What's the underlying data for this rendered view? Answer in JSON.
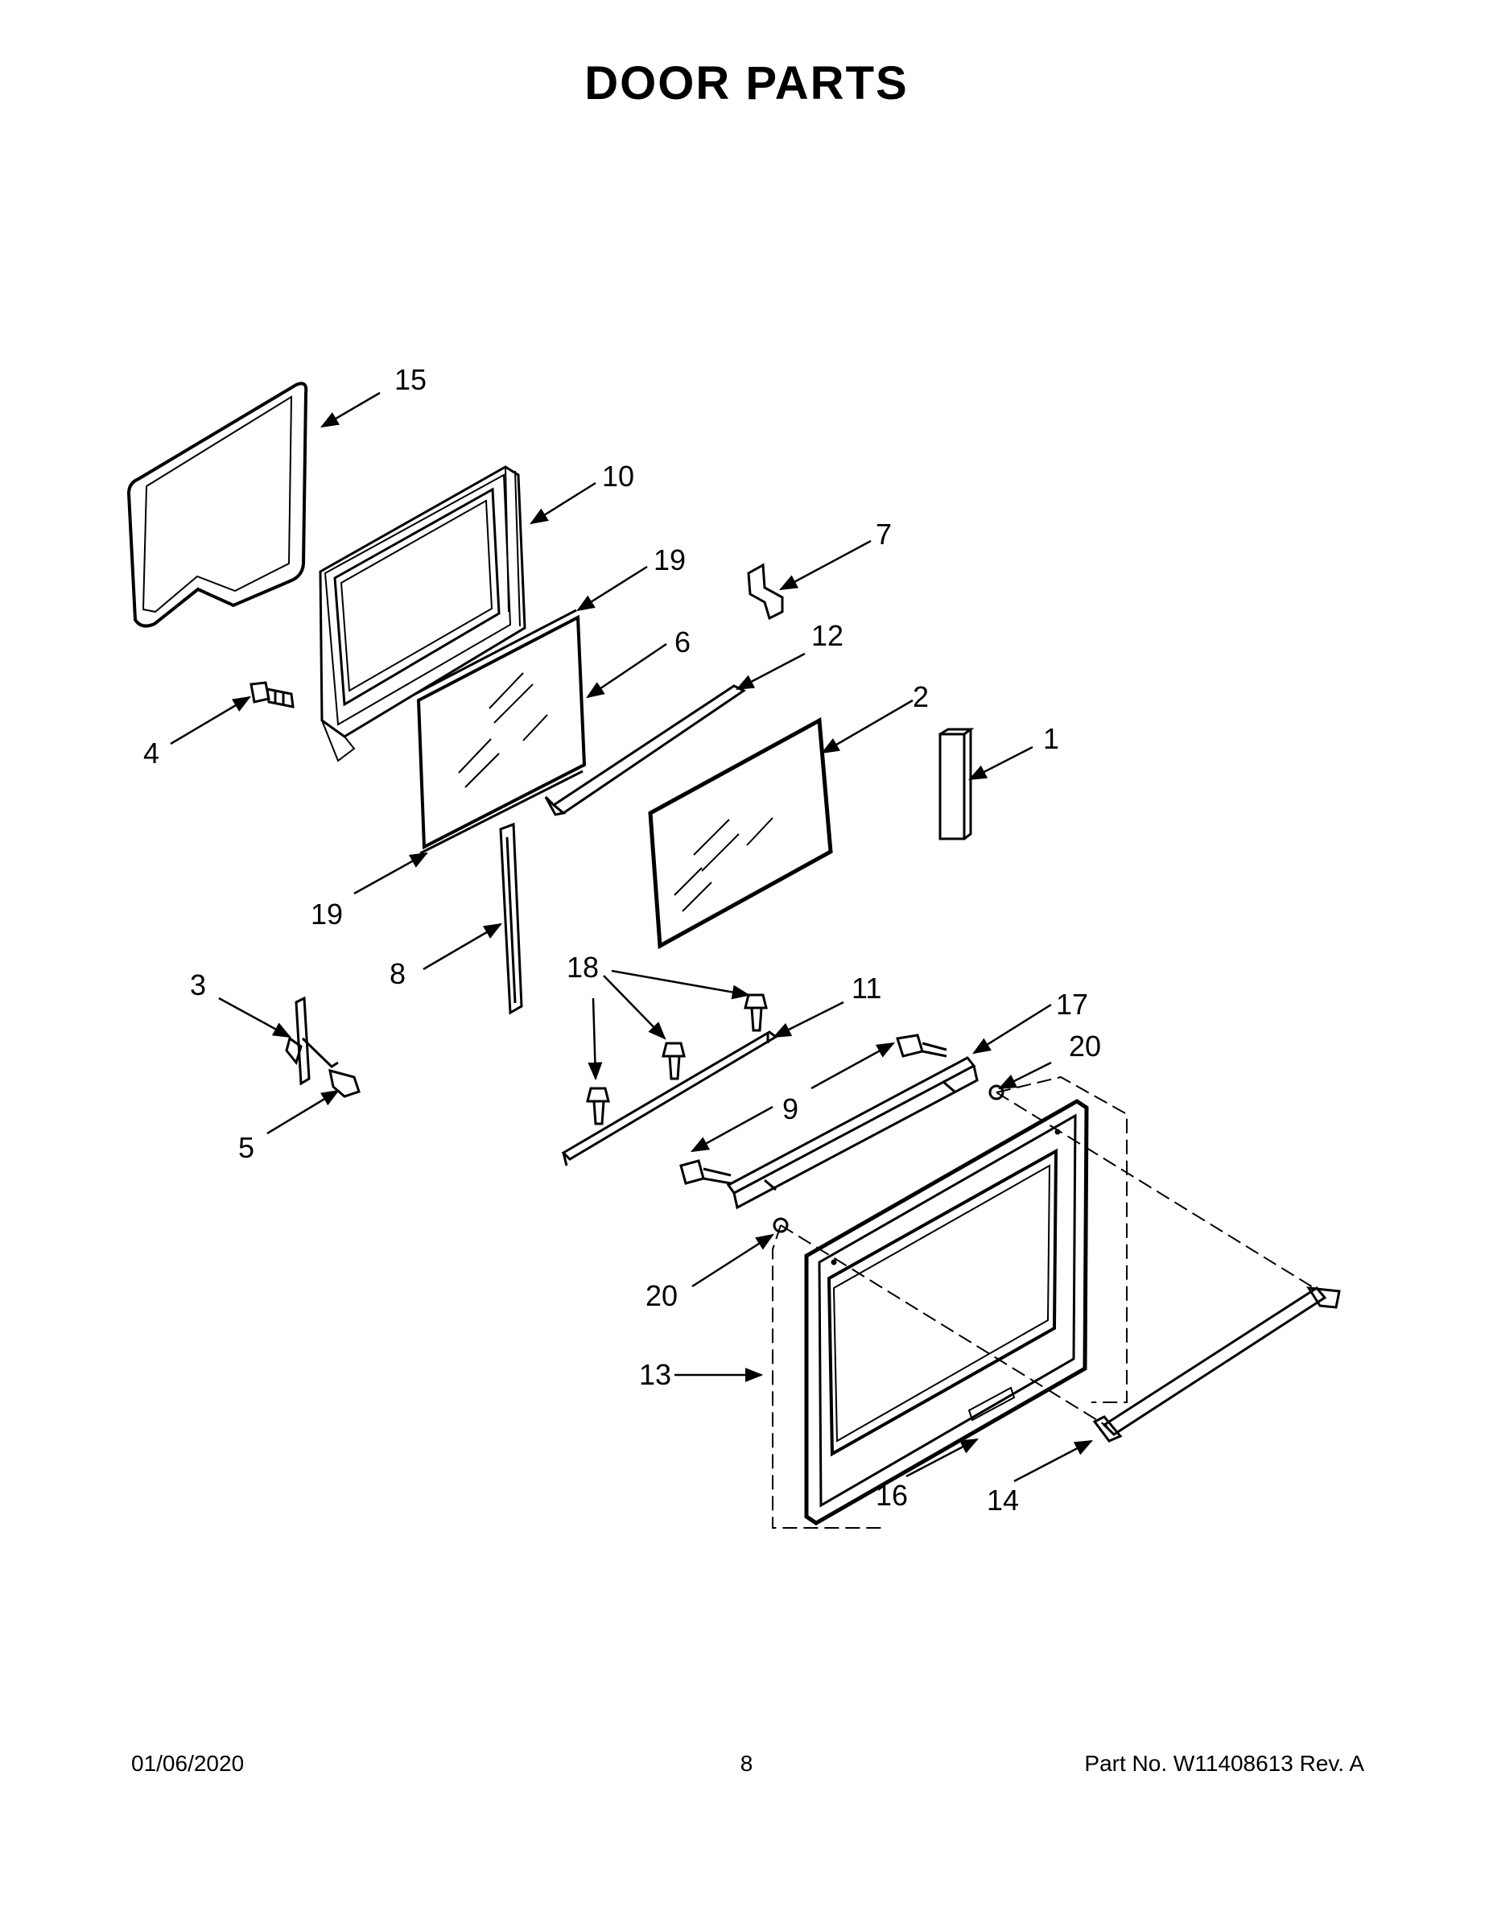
{
  "title": "DOOR PARTS",
  "callouts": {
    "c1": "1",
    "c2": "2",
    "c3": "3",
    "c4": "4",
    "c5": "5",
    "c6": "6",
    "c7": "7",
    "c8": "8",
    "c9": "9",
    "c10": "10",
    "c11": "11",
    "c12": "12",
    "c13": "13",
    "c14": "14",
    "c15": "15",
    "c16": "16",
    "c17": "17",
    "c18": "18",
    "c19a": "19",
    "c19b": "19",
    "c20a": "20",
    "c20b": "20"
  },
  "footer": {
    "date": "01/06/2020",
    "page": "8",
    "part": "Part No.  W11408613  Rev.  A"
  }
}
